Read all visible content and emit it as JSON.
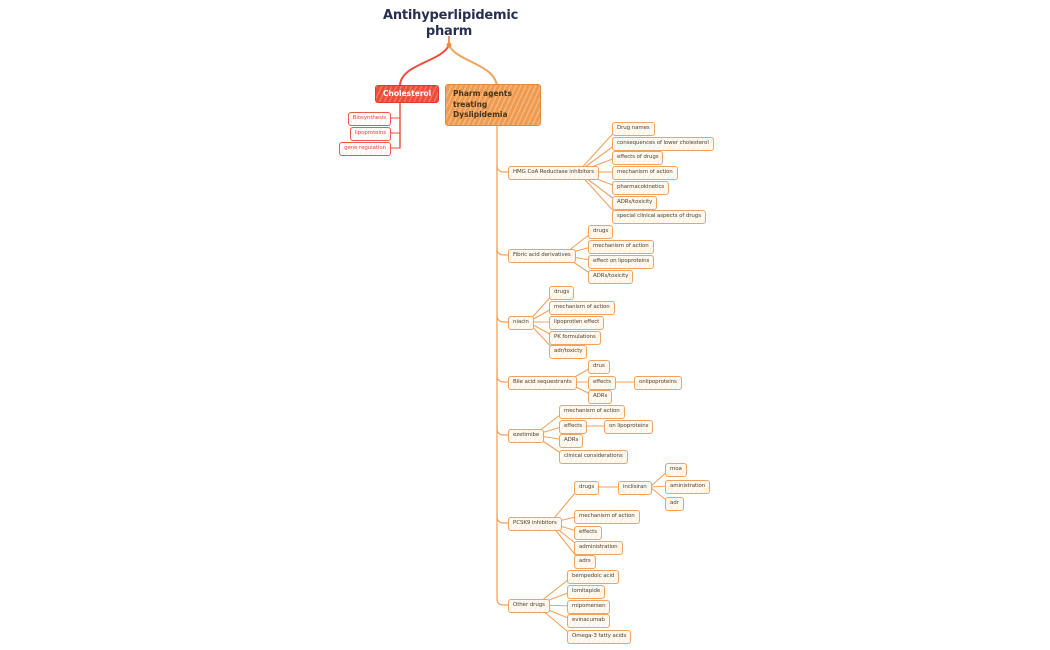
{
  "title": "Antihyperlipidemic pharm",
  "colors": {
    "red_accent": "#ee4b3a",
    "orange_accent": "#f09a4e",
    "orange_line": "#f0a25f",
    "red_line": "#ee4c3c",
    "title_text": "#28304f",
    "leaf_text": "#55422a"
  },
  "mindmap": {
    "cholesterol": {
      "label": "Cholesterol",
      "children": [
        "Biosynthesis",
        "lipoproteins",
        "gene regulation"
      ]
    },
    "pharm": {
      "label": "Pharm agents treating Dyslipidemia",
      "sections": [
        {
          "label": "HMG CoA Reductase inhibitors",
          "children": [
            "Drug names",
            "consequences of lower cholesterol",
            "effects of drugs",
            "mechanism of action",
            "pharmacokinetics",
            "ADRs/toxicity",
            "special clinical aspects of drugs"
          ]
        },
        {
          "label": "Fibric acid derivatives",
          "children": [
            "drugs",
            "mechanism of action",
            "effect on lipoproteins",
            "ADRs/toxicity"
          ]
        },
        {
          "label": "niacin",
          "children": [
            "drugs",
            "mechanism of action",
            "lipoprotien effect",
            "PK formulations",
            "adr/toxicty"
          ]
        },
        {
          "label": "Bile acid sequestrants",
          "children": [
            "drus",
            {
              "label": "effects",
              "children": [
                "onlipoproteins"
              ]
            },
            "ADRs"
          ]
        },
        {
          "label": "ezetimibe",
          "children": [
            "mechanism of action",
            {
              "label": "effects",
              "children": [
                "on lipoproteins"
              ]
            },
            "ADRs",
            "clinical considerations"
          ]
        },
        {
          "label": "PCSK9 inhibitors",
          "children": [
            {
              "label": "drugs",
              "children": [
                {
                  "label": "inclisiran",
                  "children": [
                    "moa",
                    "aministration",
                    "adr"
                  ]
                }
              ]
            },
            "mechanism of action",
            "effects",
            "administration",
            "adrs"
          ]
        },
        {
          "label": "Other drugs",
          "children": [
            "bempedoic acid",
            "lomitapide",
            "mipomersen",
            "evinacumab",
            "Omega-3 fatty acids"
          ]
        }
      ]
    }
  }
}
